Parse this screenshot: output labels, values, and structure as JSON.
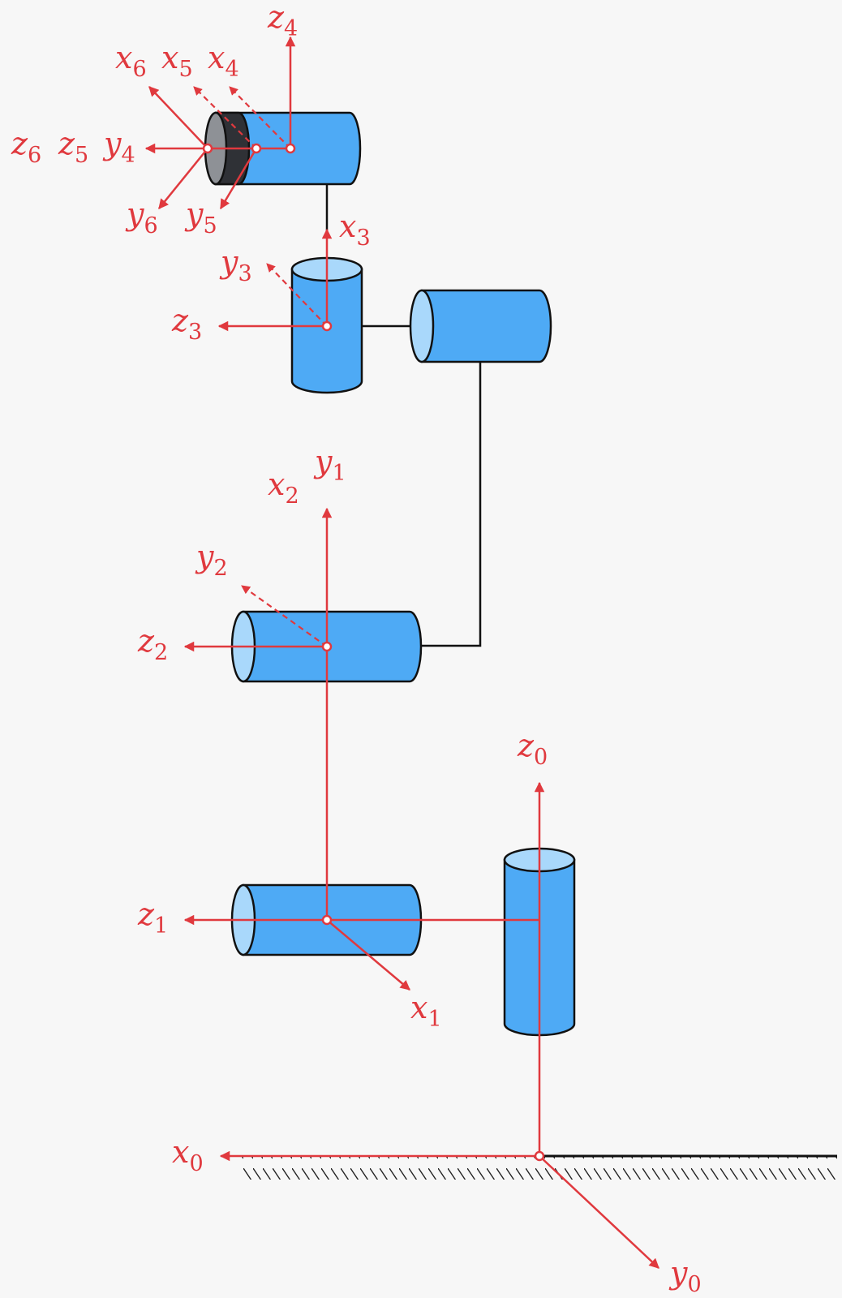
{
  "labels": {
    "x0": {
      "base": "x",
      "sub": "0"
    },
    "y0": {
      "base": "y",
      "sub": "0"
    },
    "z0": {
      "base": "z",
      "sub": "0"
    },
    "x1": {
      "base": "x",
      "sub": "1"
    },
    "y1": {
      "base": "y",
      "sub": "1"
    },
    "z1": {
      "base": "z",
      "sub": "1"
    },
    "x2": {
      "base": "x",
      "sub": "2"
    },
    "y2": {
      "base": "y",
      "sub": "2"
    },
    "z2": {
      "base": "z",
      "sub": "2"
    },
    "x3": {
      "base": "x",
      "sub": "3"
    },
    "y3": {
      "base": "y",
      "sub": "3"
    },
    "z3": {
      "base": "z",
      "sub": "3"
    },
    "x4": {
      "base": "x",
      "sub": "4"
    },
    "y4": {
      "base": "y",
      "sub": "4"
    },
    "z4": {
      "base": "z",
      "sub": "4"
    },
    "x5": {
      "base": "x",
      "sub": "5"
    },
    "y5": {
      "base": "y",
      "sub": "5"
    },
    "z5": {
      "base": "z",
      "sub": "5"
    },
    "x6": {
      "base": "x",
      "sub": "6"
    },
    "y6": {
      "base": "y",
      "sub": "6"
    },
    "z6": {
      "base": "z",
      "sub": "6"
    }
  },
  "colors": {
    "axis": "#e0393e",
    "joint_body": "#4eaaf5",
    "joint_cap": "#a9d8fb",
    "gripper_dark": "#2f3136",
    "gripper_face": "#8e9196",
    "link": "#111111",
    "background": "#f7f7f7"
  }
}
